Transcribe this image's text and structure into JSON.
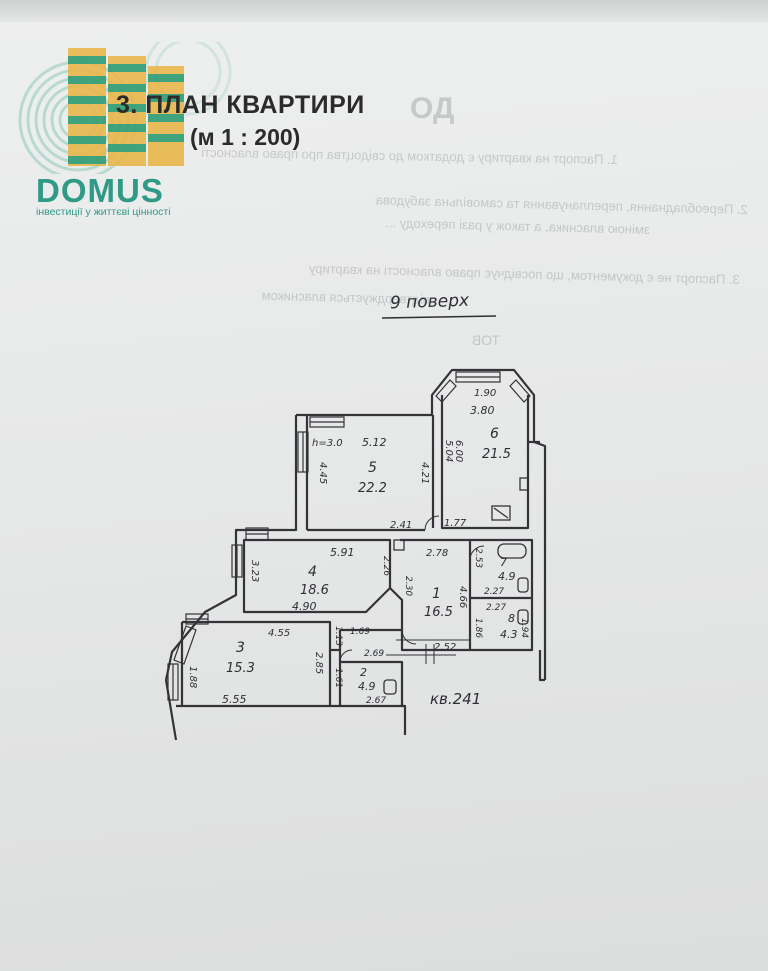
{
  "document": {
    "section_title": "3. ПЛАН  КВАРТИРИ",
    "scale": "(м 1 : 200)",
    "floor_note": "9 поверх",
    "apartment_label": "кв.241"
  },
  "watermark": {
    "brand": "DOMUS",
    "tagline": "інвестиції у життєві цінності"
  },
  "bleed_through_text": {
    "header_fragment": "ОД",
    "line_1": "1. Паспорт на квартиру є додатком до свідоцтва про право власності",
    "line_2": "2. Переобладнання, перепланування та самовільна забудова",
    "line_3": "зміною власника, а також у разі переходу ...",
    "line_4": "3. Паспорт не є документом, що посвідчує право власності на квартиру",
    "line_5": "підтверджується власником",
    "stamp_fragment": "ТОВ"
  },
  "floor_plan": {
    "rooms": [
      {
        "number": "1",
        "area": "16.5"
      },
      {
        "number": "2",
        "area": "4.9"
      },
      {
        "number": "3",
        "area": "15.3"
      },
      {
        "number": "4",
        "area": "18.6"
      },
      {
        "number": "5",
        "area": "22.2"
      },
      {
        "number": "6",
        "area": "21.5"
      },
      {
        "number": "7",
        "area": "4.9"
      },
      {
        "number": "8",
        "area": "4.3"
      }
    ],
    "dimensions": {
      "ceiling_height": "h=3.0",
      "bay_top": "1.90",
      "bay_width": "3.80",
      "r6_left": "5.04",
      "r6_depth": "6.00",
      "r5_width": "5.12",
      "r5_left": "4.45",
      "r5_right": "4.21",
      "r5_bottom": "2.41",
      "r6_bottom": "1.77",
      "r4_top": "5.91",
      "r4_left": "3.23",
      "r4_right": "2.26",
      "r4_bottom": "4.90",
      "r1_top": "2.78",
      "r1_left": "2.30",
      "r1_right": "4.66",
      "r1_bottom": "2.52",
      "r7_height": "2.53",
      "r7_width": "2.27",
      "r8_width": "2.27",
      "r8_left": "1.86",
      "r8_right": "1.94",
      "r3_top": "4.55",
      "r3_left": "1.88",
      "r3_right": "2.85",
      "r3_bottom": "5.55",
      "corridor_width": "1.13",
      "r2_top_a": "1.69",
      "r2_top_b": "2.69",
      "r2_left": "1.61",
      "r2_bottom": "2.67"
    }
  }
}
